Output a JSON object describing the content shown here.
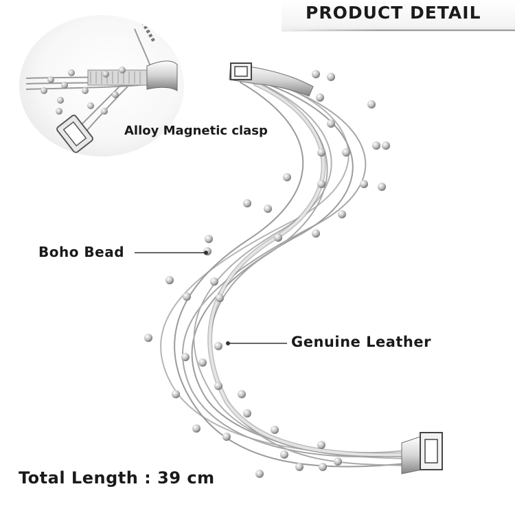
{
  "header": {
    "title": "PRODUCT DETAIL"
  },
  "callouts": {
    "clasp": "Alloy Magnetic clasp",
    "bead": "Boho Bead",
    "leather": "Genuine  Leather"
  },
  "footer": {
    "length": "Total Length : 39 cm"
  },
  "colors": {
    "metal_light": "#f2f2f2",
    "metal_mid": "#bfbfbf",
    "metal_dark": "#7a7a7a",
    "text": "#1a1a1a"
  }
}
